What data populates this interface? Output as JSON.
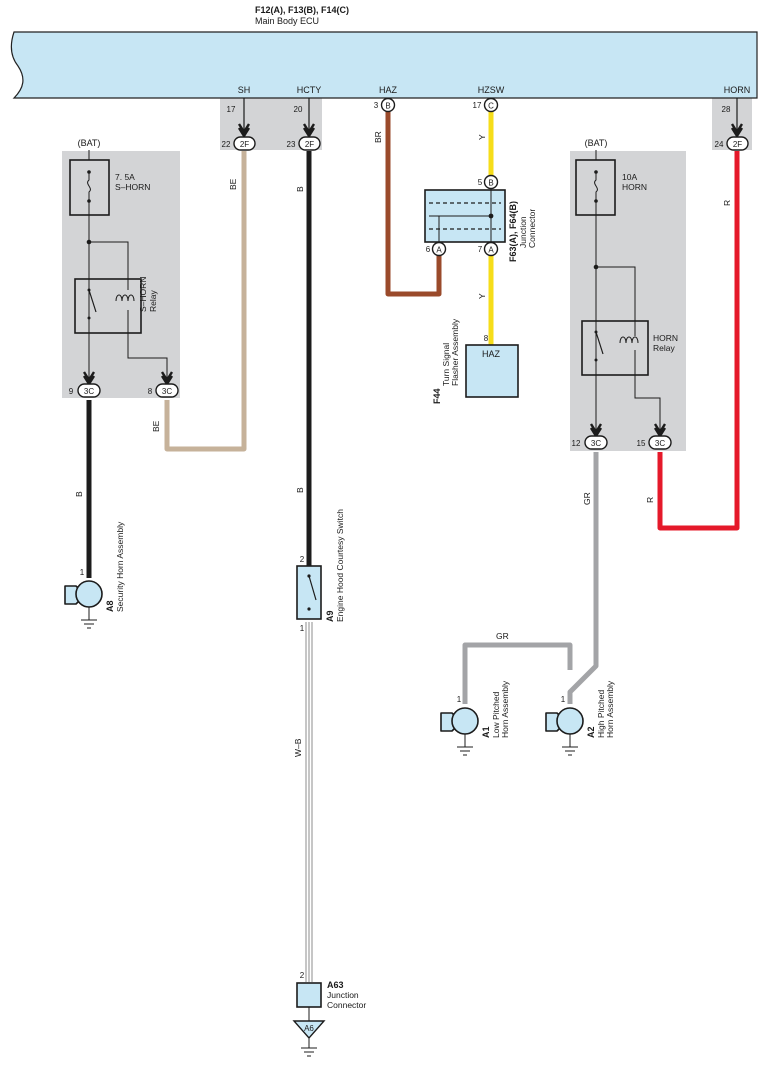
{
  "ecu": {
    "title": "F12(A), F13(B), F14(C)",
    "name": "Main Body ECU",
    "terminals": {
      "sh": "SH",
      "hcty": "HCTY",
      "haz": "HAZ",
      "hzsw": "HZSW",
      "horn": "HORN"
    },
    "pins": {
      "sh": "17",
      "hcty": "20",
      "haz": "3",
      "hzsw": "17",
      "horn": "28"
    },
    "conn": {
      "haz": "B",
      "hzsw": "C"
    }
  },
  "jb": {
    "c2f": "2F",
    "c3c": "3C",
    "pins": {
      "sh": "22",
      "hcty": "23",
      "horn": "24",
      "shr_out": "9",
      "shr_relay": "8",
      "hr_out": "12",
      "hr_relay": "15"
    }
  },
  "bat_left": "(BAT)",
  "bat_right": "(BAT)",
  "fuse_left": {
    "line1": "7. 5A",
    "line2": "S–HORN"
  },
  "fuse_right": {
    "line1": "10A",
    "line2": "HORN"
  },
  "relay_left": {
    "line1": "S–HORN",
    "line2": "Relay"
  },
  "relay_right": {
    "line1": "HORN",
    "line2": "Relay"
  },
  "junction": {
    "code": "F63(A), F64(B)",
    "name1": "Junction",
    "name2": "Connector",
    "pin_top": "5",
    "pin_bl": "6",
    "pin_br": "7",
    "conn_top": "B",
    "conn_bl": "A",
    "conn_br": "A"
  },
  "flasher": {
    "code": "F44",
    "name1": "Turn Signal",
    "name2": "Flasher Assembly",
    "terminal": "HAZ",
    "pin": "8"
  },
  "hood_switch": {
    "code": "A9",
    "name": "Engine Hood Courtesy Switch",
    "pin_top": "2",
    "pin_bottom": "1"
  },
  "a63": {
    "code": "A63",
    "name1": "Junction",
    "name2": "Connector",
    "pin": "2",
    "ground": "A6"
  },
  "security_horn": {
    "code": "A8",
    "name": "Security Horn Assembly",
    "pin": "1"
  },
  "low_horn": {
    "code": "A1",
    "name1": "Low Pitched",
    "name2": "Horn Assembly",
    "pin": "1"
  },
  "high_horn": {
    "code": "A2",
    "name1": "High Pitched",
    "name2": "Horn Assembly",
    "pin": "1"
  },
  "wire_colors": {
    "be": "BE",
    "b": "B",
    "br": "BR",
    "y": "Y",
    "r": "R",
    "gr": "GR",
    "wb": "W–B"
  },
  "colors": {
    "ecu_fill": "#c7e6f4",
    "jb_fill": "#d3d4d6",
    "component_fill": "#c7e6f4",
    "wire_black": "#1c1c1c",
    "wire_be": "#c6b29a",
    "wire_br": "#9a4a2b",
    "wire_y": "#f6dd1a",
    "wire_r": "#e5192a",
    "wire_gr": "#a3a4a7",
    "wire_wb": "#8e8e8e"
  }
}
